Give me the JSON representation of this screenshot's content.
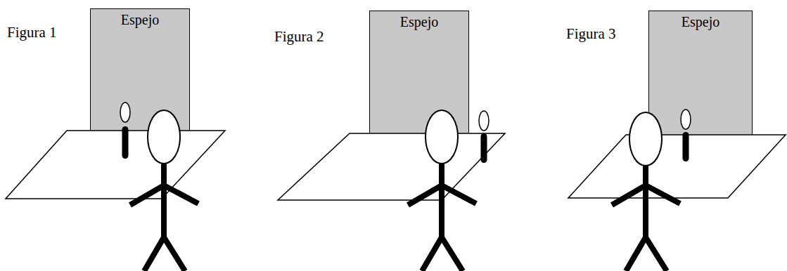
{
  "diagram": {
    "nodes": [
      {
        "text": [
          "Espejo"
        ]
      },
      {
        "text": [
          "Espejo"
        ]
      },
      {
        "text": [
          "Espejo"
        ]
      }
    ],
    "labels": [
      "Figura 1",
      "Figura 2",
      "Figura 3"
    ]
  }
}
